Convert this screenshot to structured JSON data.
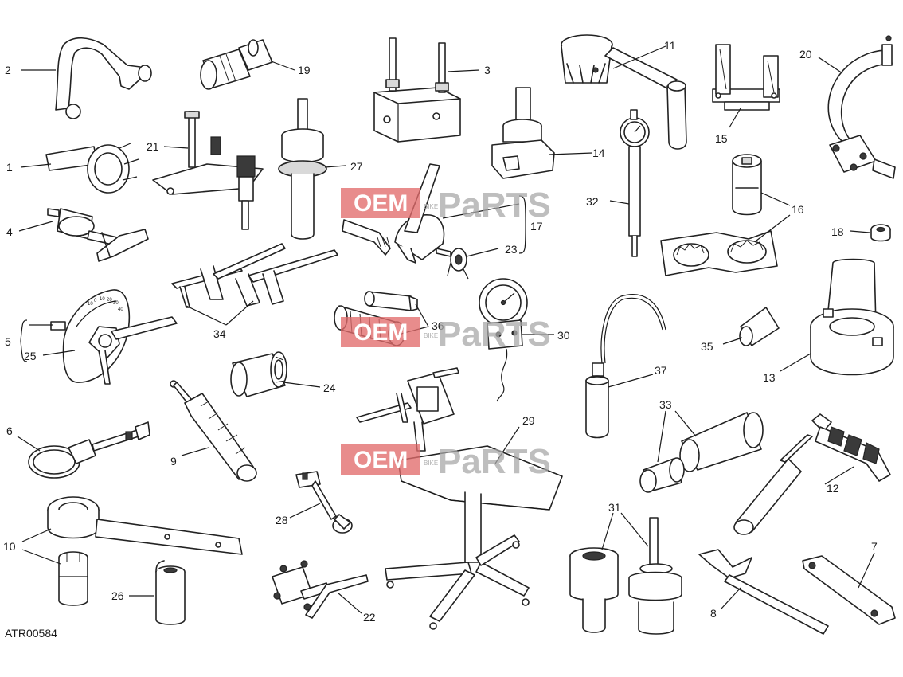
{
  "diagram": {
    "code": "ATR00584",
    "callouts": [
      "1",
      "2",
      "3",
      "4",
      "5",
      "6",
      "7",
      "8",
      "9",
      "10",
      "11",
      "12",
      "13",
      "14",
      "15",
      "16",
      "17",
      "18",
      "19",
      "20",
      "21",
      "22",
      "23",
      "24",
      "25",
      "26",
      "27",
      "28",
      "29",
      "30",
      "31",
      "32",
      "33",
      "34",
      "35",
      "36",
      "37"
    ],
    "dial_scale": [
      "10",
      "0",
      "10",
      "20",
      "30",
      "40"
    ]
  },
  "watermark": {
    "brand_left": "OEM",
    "brand_right": "PaRTS",
    "brand_small": "BIKE",
    "accent_color": "#e26b6b"
  }
}
